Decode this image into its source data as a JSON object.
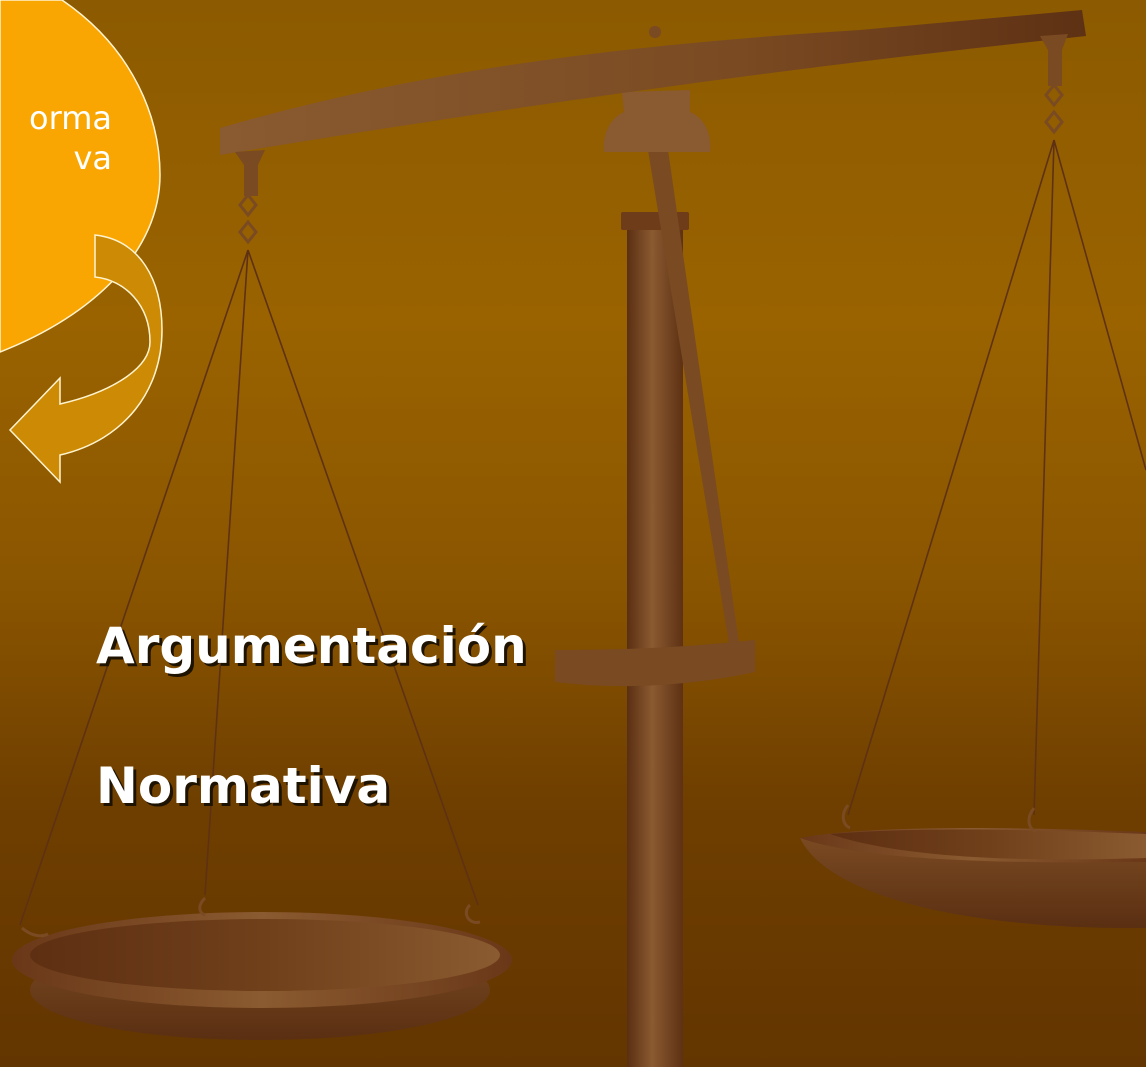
{
  "slide": {
    "bubble_text_line_1": "orma",
    "bubble_text_line_2": "va",
    "title_line_1": "Argumentación",
    "title_line_2": "Normativa"
  },
  "colors": {
    "background_top": "#8c5a00",
    "background_bottom": "#633500",
    "bubble_fill": "#f9a603",
    "arrow_fill": "#cc8a05",
    "scale_wood": "#7a4a22",
    "title_text": "#ffffff",
    "title_shadow": "#1e1200"
  },
  "icons": [
    "scale-of-justice-icon",
    "curved-arrow-icon"
  ]
}
